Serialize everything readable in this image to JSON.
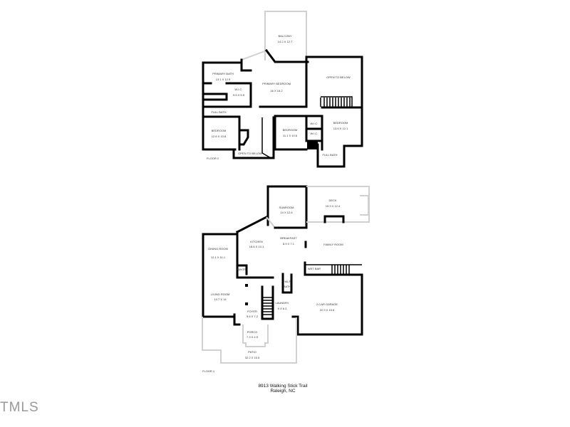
{
  "floor2": {
    "label": "FLOOR 2",
    "rooms": [
      {
        "name": "BALCONY",
        "size": "14.2 X 12.7"
      },
      {
        "name": "PRIMARY BATH",
        "size": "13.1 X 12.9"
      },
      {
        "name": "W.I.C.",
        "size": "9.5 X 5.5"
      },
      {
        "name": "PRIMARY BEDROOM",
        "size": "16 X 15.2"
      },
      {
        "name": "OPEN TO BELOW",
        "size": ""
      },
      {
        "name": "FULL BATH",
        "size": ""
      },
      {
        "name": "BEDROOM",
        "size": "12.6 X 10.8"
      },
      {
        "name": "BEDROOM",
        "size": "11.1 X 10.6"
      },
      {
        "name": "W.I.C.",
        "size": ""
      },
      {
        "name": "W.I.C.",
        "size": ""
      },
      {
        "name": "BEDROOM",
        "size": "13.6 X 12.1"
      },
      {
        "name": "FULL BATH",
        "size": ""
      },
      {
        "name": "OPEN TO BELOW",
        "size": ""
      }
    ]
  },
  "floor1": {
    "label": "FLOOR 1",
    "rooms": [
      {
        "name": "SUNROOM",
        "size": "14 X 12.6"
      },
      {
        "name": "DECK",
        "size": "19.3 X 12.4"
      },
      {
        "name": "KITCHEN",
        "size": "18.6 X 13.1"
      },
      {
        "name": "BREAKFAST",
        "size": "8.9 X 7.1"
      },
      {
        "name": "FAMILY ROOM",
        "size": ""
      },
      {
        "name": "DINING ROOM",
        "size": "12.1 X 11.1"
      },
      {
        "name": "PANTRY",
        "size": ""
      },
      {
        "name": "WET BAR",
        "size": ""
      },
      {
        "name": "HALF",
        "size": "BATH"
      },
      {
        "name": "LIVING ROOM",
        "size": "14.7 X 14"
      },
      {
        "name": "FOYER",
        "size": "9.6 X 7.2"
      },
      {
        "name": "LAUNDRY",
        "size": "9 X 6.3"
      },
      {
        "name": "2-CAR GARAGE",
        "size": "22.9 X 19.6"
      },
      {
        "name": "PORCH",
        "size": "7.3 X 4.5"
      },
      {
        "name": "PATIO",
        "size": "32.2 X 15.5"
      }
    ]
  },
  "address": {
    "line1": "8913 Walking Stick Trail",
    "line2": "Raleigh, NC"
  },
  "watermark": "TMLS"
}
